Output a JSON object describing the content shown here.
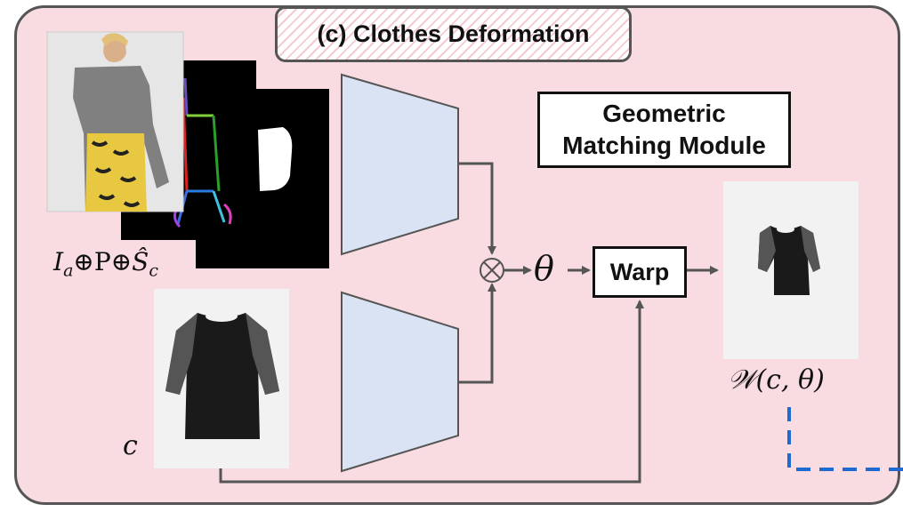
{
  "title": "(c) Clothes Deformation",
  "module": {
    "line1": "Geometric",
    "line2": "Matching Module"
  },
  "warp_label": "Warp",
  "labels": {
    "input_stack": "I_a⊕P⊕Ŝ_c",
    "input_I": "I",
    "input_a": "a",
    "input_P": "⊕P⊕",
    "input_S": "Ŝ",
    "input_c": "c",
    "cloth": "c",
    "theta": "θ",
    "output": "𝒲(c, θ)"
  },
  "colors": {
    "panel_bg": "#f8dce1",
    "encoder_fill": "#dae3f3",
    "arrow": "#555555",
    "dashed": "#1f6ad1"
  }
}
